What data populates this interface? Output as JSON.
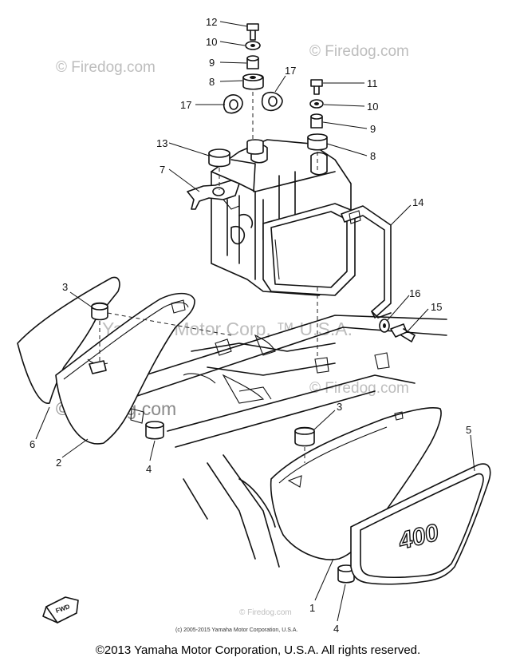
{
  "watermarks": {
    "site_1": "© Firedog.com",
    "site_2": "© Firedog.com",
    "site_3": "© Firedog.com",
    "site_4": "© Firedog.com",
    "site_5": "© Firedog.com",
    "center": "Yamaha Motor Corp, ™ U.S.A."
  },
  "callouts": {
    "c12": "12",
    "c10a": "10",
    "c9a": "9",
    "c8a": "8",
    "c17a": "17",
    "c17b": "17",
    "c11": "11",
    "c10b": "10",
    "c9b": "9",
    "c8b": "8",
    "c13": "13",
    "c7": "7",
    "c14": "14",
    "c16": "16",
    "c15": "15",
    "c3a": "3",
    "c6": "6",
    "c2": "2",
    "c4a": "4",
    "c3b": "3",
    "c5": "5",
    "c1": "1",
    "c4b": "4"
  },
  "emblem_text": "400",
  "fwd_label": "FWD",
  "small_notice": "(c) 2005-2015 Yamaha Motor Corporation, U.S.A.",
  "footer_copyright": "©2013 Yamaha Motor Corporation, U.S.A. All rights reserved."
}
